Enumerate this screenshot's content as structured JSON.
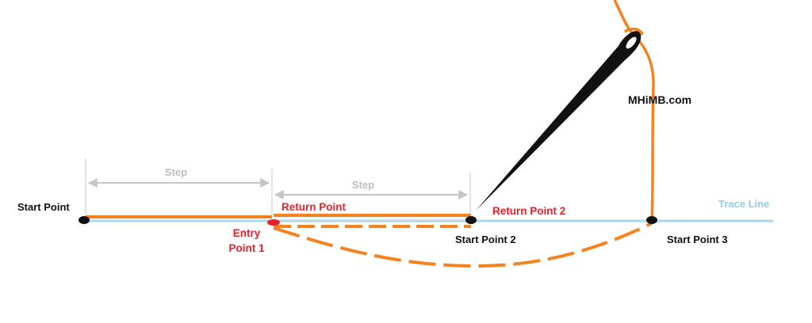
{
  "labels": {
    "start_point": "Start Point",
    "step_1": "Step",
    "step_2": "Step",
    "return_point": "Return Point",
    "return_point_2": "Return Point 2",
    "entry_point_1_line1": "Entry",
    "entry_point_1_line2": "Point 1",
    "start_point_2": "Start Point 2",
    "start_point_3": "Start Point 3",
    "trace_line": "Trace Line",
    "brand": "MHiMB.com"
  },
  "colors": {
    "thread": "#f5821f",
    "trace_line": "#a9d8ea",
    "step_arrow": "#c6c6c6",
    "red_label": "#e8202a",
    "black": "#111111",
    "needle": "#111111"
  },
  "icons": {
    "needle": "sewing-needle-icon"
  }
}
